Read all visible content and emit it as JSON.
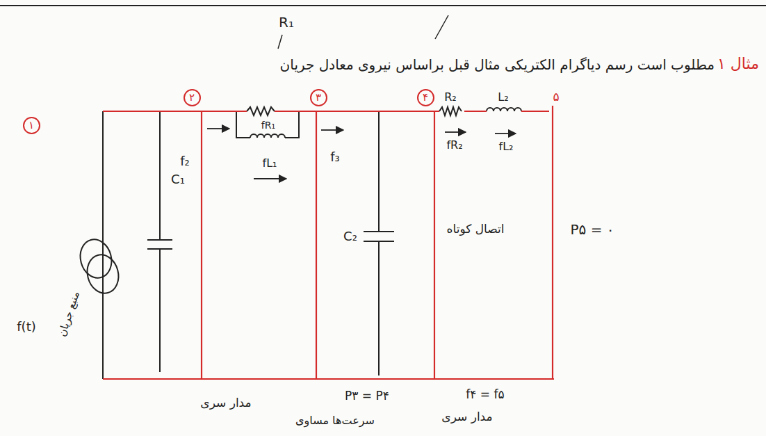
{
  "diagram": {
    "title": "مطلوب است رسم دیاگرام الکتریکی مثال قبل براساس نیروی معادل جریان",
    "nodes": [
      {
        "text": [
          "۱"
        ]
      },
      {
        "text": [
          "۲"
        ]
      },
      {
        "text": [
          "۳"
        ]
      },
      {
        "text": [
          "۴"
        ]
      }
    ],
    "labels": [
      "مثال ۱",
      "R₁",
      "۵",
      "fR₁",
      "fL₁",
      "f₂",
      "f₃",
      "R₂",
      "L₂",
      "fR₂",
      "fL₂",
      "C₁",
      "C₂",
      "اتصال کوتاه",
      "P۵ = ۰",
      "f(t)",
      "منبع جریان",
      "مدار سری",
      "P۳ = P۴",
      "سرعت‌ها مساوی",
      "f۴ = f۵",
      "مدار سری"
    ]
  }
}
